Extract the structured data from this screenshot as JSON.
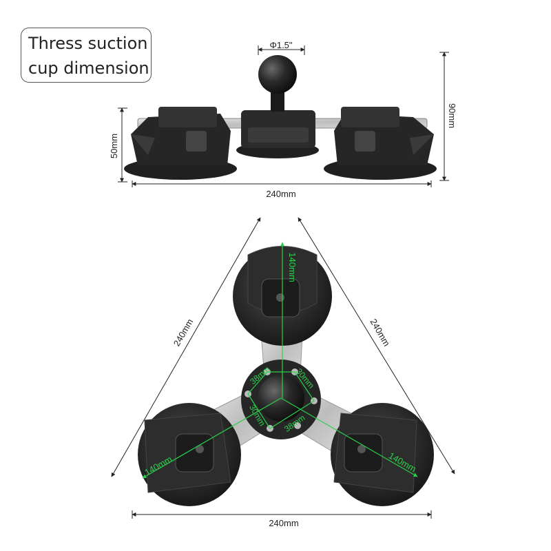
{
  "title": {
    "line1": "Thress suction",
    "line2": "cup dimension"
  },
  "side_view": {
    "ball_diameter": "Φ1.5\"",
    "height_left": "50mm",
    "height_right": "90mm",
    "width": "240mm"
  },
  "top_view": {
    "left_side": "240mm",
    "right_side": "240mm",
    "bottom_side": "240mm",
    "arm_top": "140mm",
    "arm_left": "140mm",
    "arm_right": "140mm",
    "hub_top_left": "38mm",
    "hub_top_right": "30mm",
    "hub_bottom_left": "30mm",
    "hub_bottom_right": "38mm"
  },
  "colors": {
    "dimension_line": "#222222",
    "measure_green": "#2bd14a",
    "product_black": "#1e1e1e",
    "metal_plate": "#c9c9c9"
  }
}
